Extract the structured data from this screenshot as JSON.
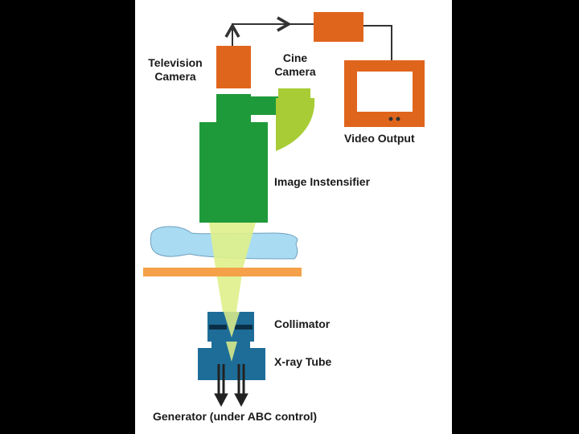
{
  "labels": {
    "television_camera": [
      "Television",
      "Camera"
    ],
    "cine_camera": [
      "Cine",
      "Camera"
    ],
    "video_output": "Video Output",
    "image_intensifier": "Image Instensifier",
    "collimator": "Collimator",
    "xray_tube": "X-ray Tube",
    "generator": "Generator (under ABC control)"
  },
  "colors": {
    "background": "#000000",
    "panel": "#ffffff",
    "camera": "#e0651c",
    "intensifier": "#1f9a3a",
    "cine_camera": "#a8cc35",
    "patient": "#a9dcf2",
    "beam": "#dff08a",
    "table": "#f5a14a",
    "tube": "#1d6d98",
    "wire": "#333333"
  }
}
